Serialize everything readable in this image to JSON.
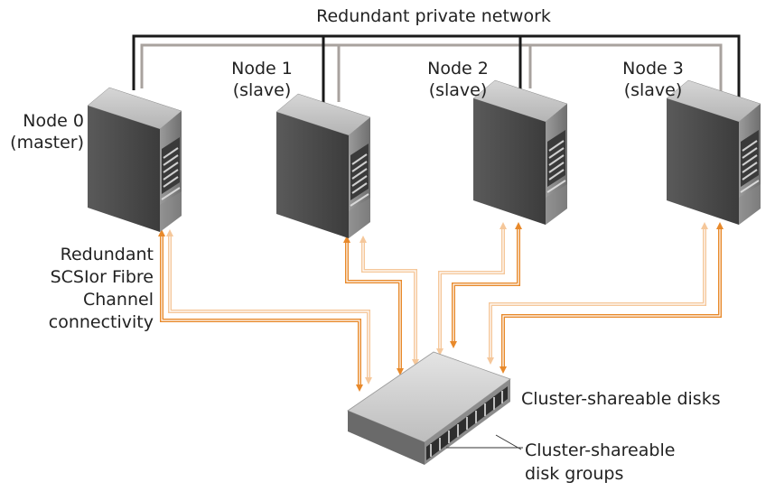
{
  "network": {
    "label": "Redundant private network"
  },
  "nodes": [
    {
      "name": "Node 0",
      "role": "(master)"
    },
    {
      "name": "Node 1",
      "role": "(slave)"
    },
    {
      "name": "Node 2",
      "role": "(slave)"
    },
    {
      "name": "Node 3",
      "role": "(slave)"
    }
  ],
  "connectivity": {
    "lines": [
      "Redundant",
      "SCSIor Fibre",
      "Channel",
      "connectivity"
    ]
  },
  "storage": {
    "disks_label": "Cluster-shareable disks",
    "groups_lines": [
      "Cluster-shareable",
      "disk groups"
    ]
  },
  "colors": {
    "cable_dark": "#1a1a1a",
    "cable_gray": "#a8a29e",
    "path_primary": "#e8892a",
    "path_secondary": "#f5c79a"
  }
}
